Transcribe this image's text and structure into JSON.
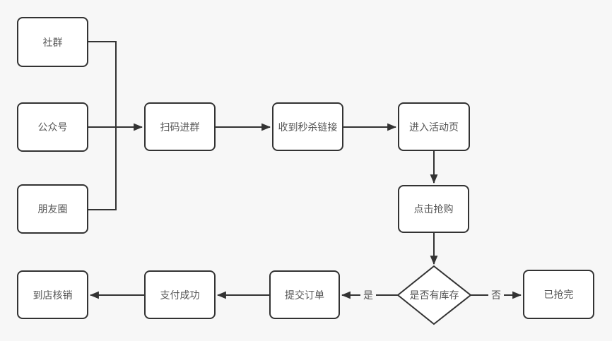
{
  "diagram": {
    "title": "flash-sale-flowchart",
    "nodes": {
      "community": {
        "label": "社群",
        "shape": "rect"
      },
      "official_account": {
        "label": "公众号",
        "shape": "rect"
      },
      "moments": {
        "label": "朋友圈",
        "shape": "rect"
      },
      "scan_join_group": {
        "label": "扫码进群",
        "shape": "rect"
      },
      "receive_flash_link": {
        "label": "收到秒杀链接",
        "shape": "rect"
      },
      "enter_activity_page": {
        "label": "进入活动页",
        "shape": "rect"
      },
      "click_buy": {
        "label": "点击抢购",
        "shape": "rect"
      },
      "stock_check": {
        "label": "是否有库存",
        "shape": "diamond"
      },
      "submit_order": {
        "label": "提交订单",
        "shape": "rect"
      },
      "payment_success": {
        "label": "支付成功",
        "shape": "rect"
      },
      "store_verification": {
        "label": "到店核销",
        "shape": "rect"
      },
      "sold_out": {
        "label": "已抢完",
        "shape": "rect"
      }
    },
    "edge_labels": {
      "yes": "是",
      "no": "否"
    },
    "edges": [
      "community -> merge-line",
      "moments -> merge-line",
      "official_account -> scan_join_group",
      "scan_join_group -> receive_flash_link",
      "receive_flash_link -> enter_activity_page",
      "enter_activity_page -> click_buy",
      "click_buy -> stock_check",
      "stock_check -(是)-> submit_order",
      "submit_order -> payment_success",
      "payment_success -> store_verification",
      "stock_check -(否)-> sold_out"
    ],
    "colors": {
      "background": "#f7f7f7",
      "node_fill": "#ffffff",
      "stroke": "#333333",
      "text": "#555555"
    }
  }
}
